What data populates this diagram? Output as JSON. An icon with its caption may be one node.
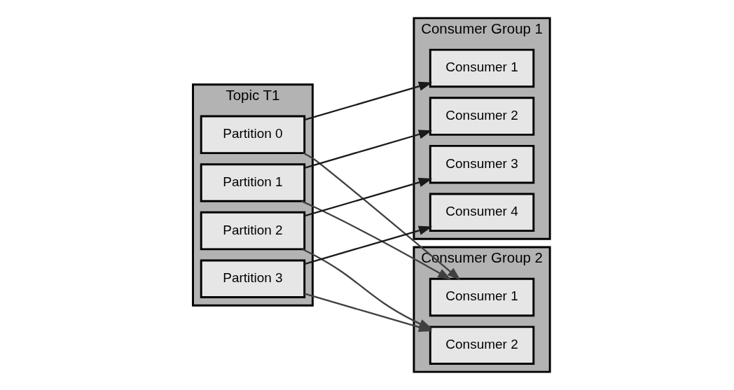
{
  "diagram": {
    "nodes": [
      {
        "text": [
          "Topic T1"
        ]
      },
      {
        "text": [
          "Partition 0"
        ],
        "in": 0
      },
      {
        "text": [
          "Partition 1"
        ],
        "in": 0
      },
      {
        "text": [
          "Partition 2"
        ],
        "in": 0
      },
      {
        "text": [
          "Partition 3"
        ],
        "in": 0
      },
      {
        "text": [
          "Consumer Group 1"
        ]
      },
      {
        "text": [
          "Consumer 1"
        ],
        "in": 5
      },
      {
        "text": [
          "Consumer 2"
        ],
        "in": 5
      },
      {
        "text": [
          "Consumer 3"
        ],
        "in": 5
      },
      {
        "text": [
          "Consumer 4"
        ],
        "in": 5
      },
      {
        "text": [
          "Consumer Group 2"
        ]
      },
      {
        "text": [
          "Consumer 1"
        ],
        "in": 10
      },
      {
        "text": [
          "Consumer 2"
        ],
        "in": 10
      }
    ],
    "edges": [
      {
        "from": 1,
        "to": 6,
        "arrow": "to"
      },
      {
        "from": 2,
        "to": 7,
        "arrow": "to"
      },
      {
        "from": 3,
        "to": 8,
        "arrow": "to"
      },
      {
        "from": 4,
        "to": 9,
        "arrow": "to"
      },
      {
        "from": 1,
        "to": 11,
        "arrow": "to",
        "color": "#404040"
      },
      {
        "from": 2,
        "to": 11,
        "arrow": "to",
        "color": "#404040"
      },
      {
        "from": 3,
        "to": 12,
        "arrow": "to",
        "color": "#404040"
      },
      {
        "from": 4,
        "to": 12,
        "arrow": "to",
        "color": "#404040"
      }
    ]
  }
}
